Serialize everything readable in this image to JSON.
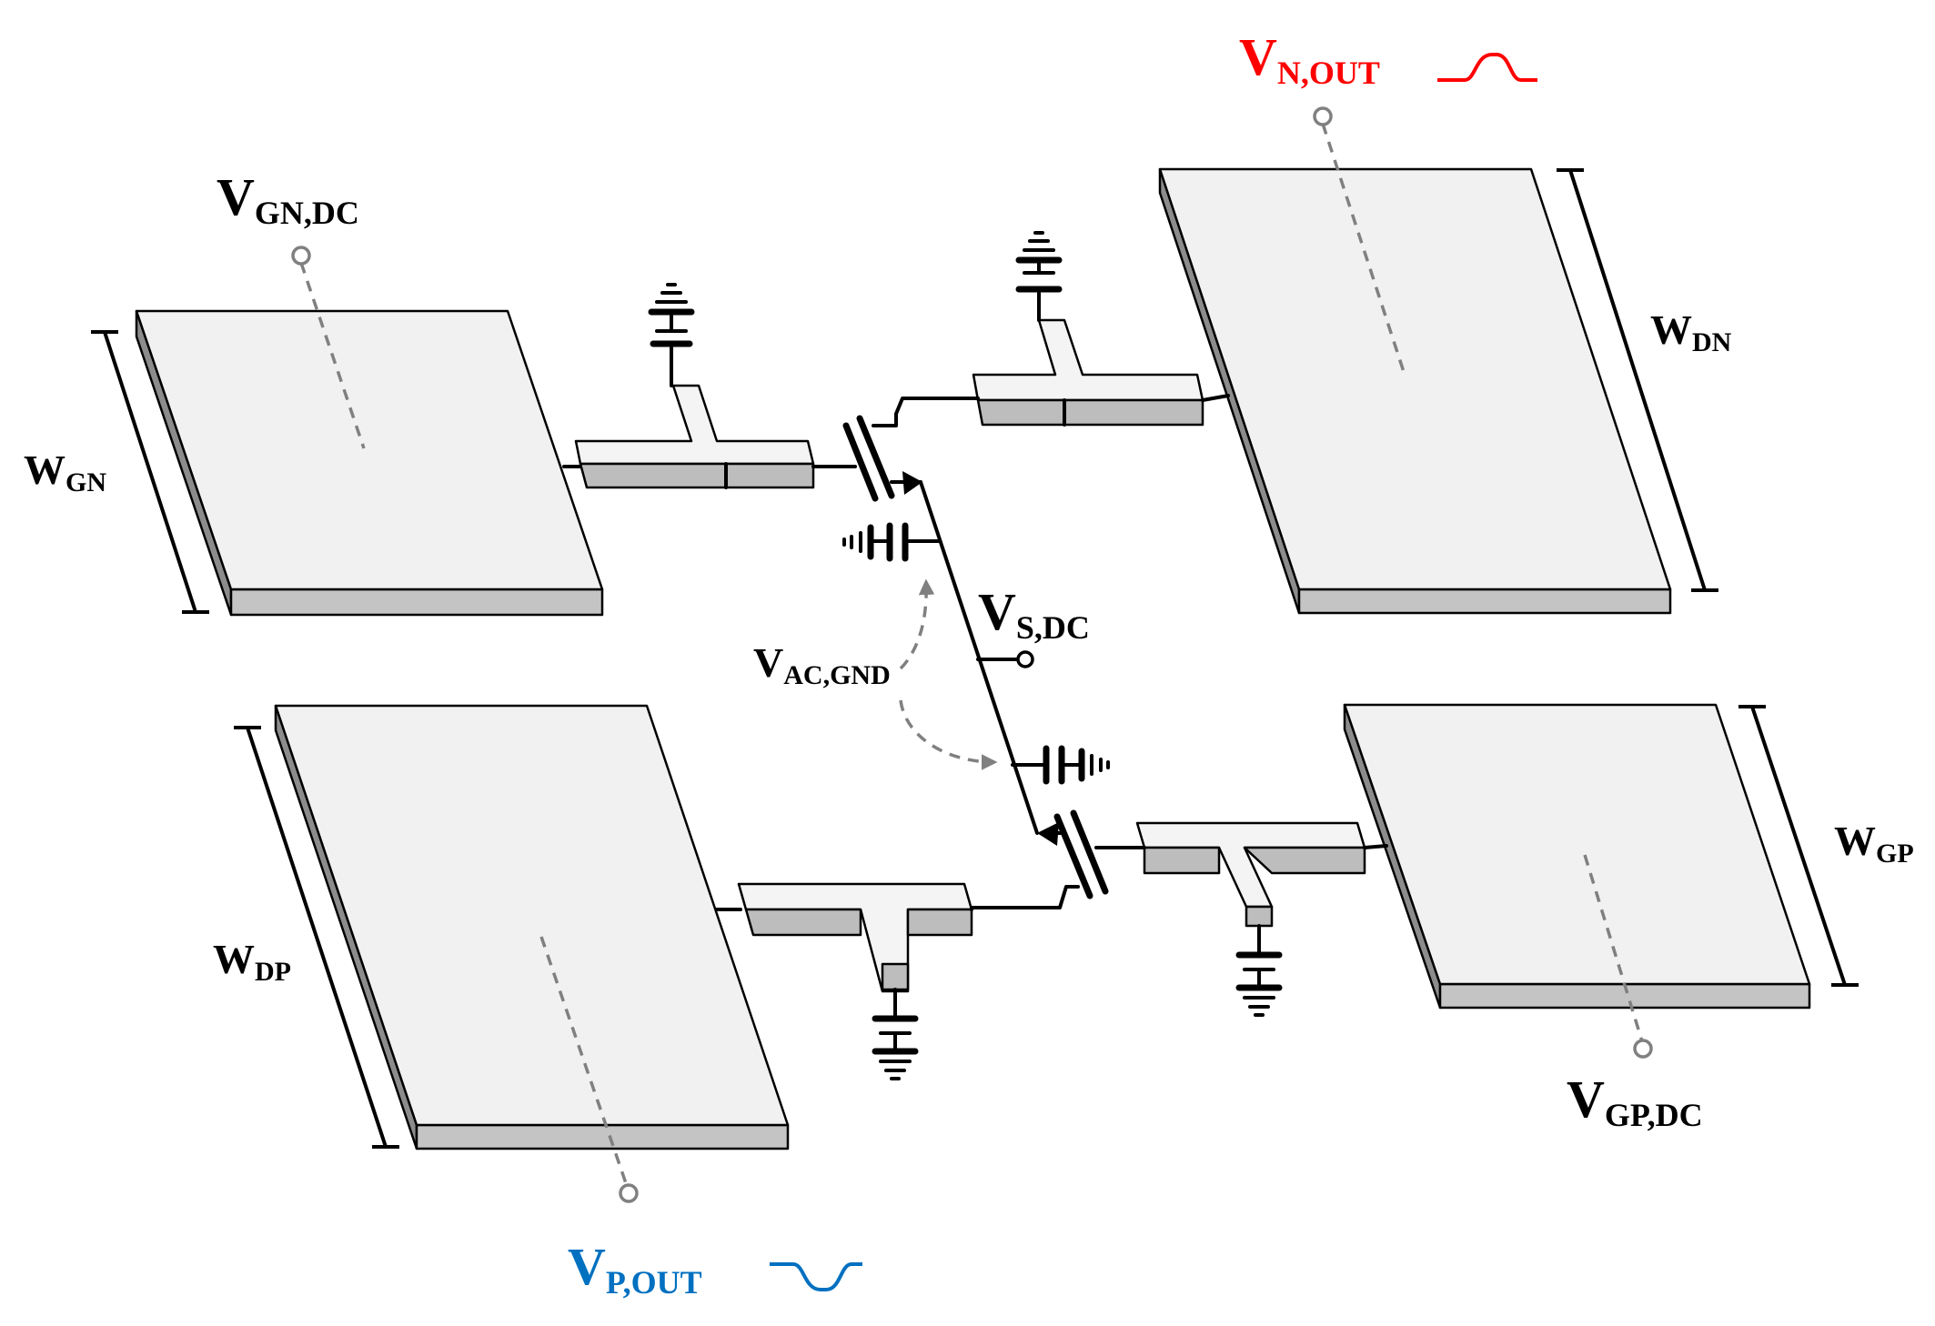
{
  "labels": {
    "v_gn_dc": {
      "main": "V",
      "sub": "GN,DC"
    },
    "v_n_out": {
      "main": "V",
      "sub": "N,OUT"
    },
    "v_p_out": {
      "main": "V",
      "sub": "P,OUT"
    },
    "v_gp_dc": {
      "main": "V",
      "sub": "GP,DC"
    },
    "v_s_dc": {
      "main": "V",
      "sub": "S,DC"
    },
    "v_ac_gnd": {
      "main": "V",
      "sub": "AC,GND"
    },
    "w_gn": {
      "main": "W",
      "sub": "GN"
    },
    "w_dn": {
      "main": "W",
      "sub": "DN"
    },
    "w_dp": {
      "main": "W",
      "sub": "DP"
    },
    "w_gp": {
      "main": "W",
      "sub": "GP"
    }
  },
  "colors": {
    "n_out": "#ff0000",
    "p_out": "#0070c0",
    "probe": "#808080",
    "plate_top": "#f1f1f1",
    "plate_side": "#8c8c8c",
    "plate_front": "#c4c4c4"
  }
}
